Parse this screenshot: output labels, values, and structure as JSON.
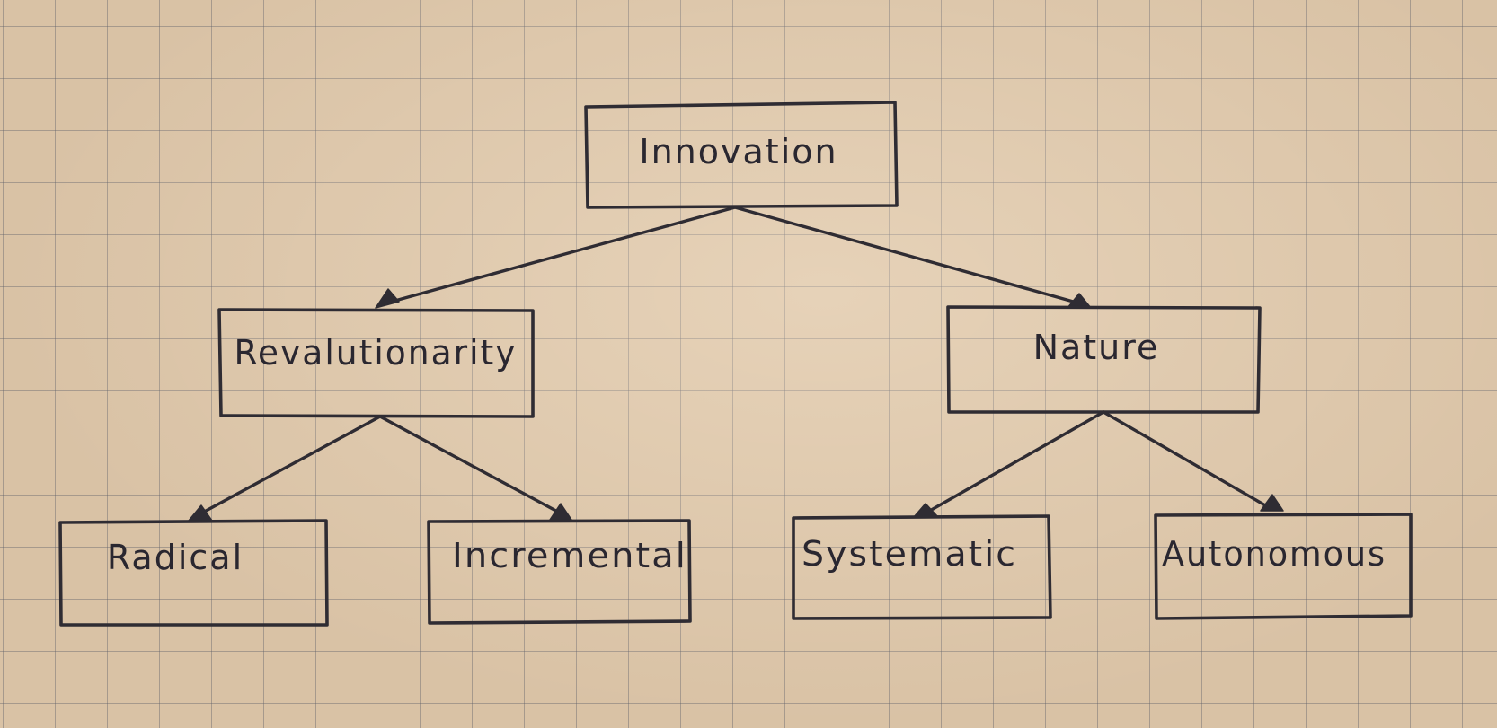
{
  "diagram": {
    "type": "tree",
    "background": "graph-paper",
    "colors": {
      "paper": "#d9c2a5",
      "grid": "#5f5f69",
      "ink": "#2f2c33"
    },
    "nodes": {
      "innovation": "Innovation",
      "revolutionarity": "Revalutionarity",
      "nature": "Nature",
      "radical": "Radical",
      "incremental": "Incremental",
      "systematic": "Systematic",
      "autonomous": "Autonomous"
    },
    "edges": [
      {
        "from": "innovation",
        "to": "revolutionarity"
      },
      {
        "from": "innovation",
        "to": "nature"
      },
      {
        "from": "revolutionarity",
        "to": "radical"
      },
      {
        "from": "revolutionarity",
        "to": "incremental"
      },
      {
        "from": "nature",
        "to": "systematic"
      },
      {
        "from": "nature",
        "to": "autonomous"
      }
    ]
  }
}
